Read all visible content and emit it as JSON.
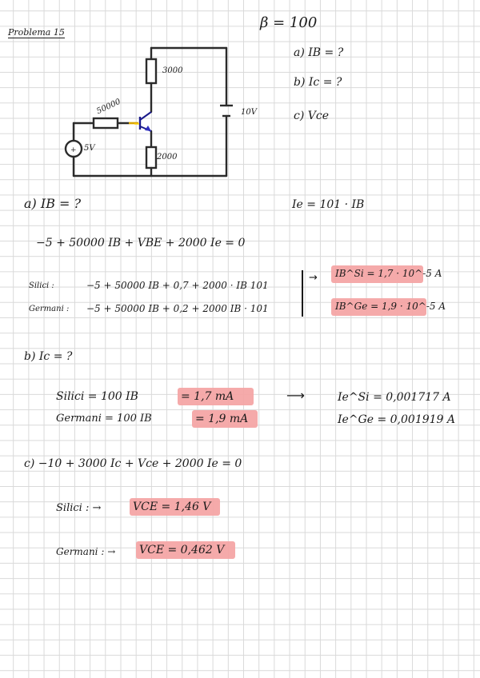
{
  "header": {
    "title": "Problema 15"
  },
  "givens": {
    "beta": "β = 100",
    "q_a": "a) IB = ?",
    "q_b": "b) Ic = ?",
    "q_c": "c) Vce"
  },
  "circuit": {
    "r_base": "50000",
    "r_collector": "3000",
    "r_emitter": "2000",
    "source_small": "5V",
    "source_big": "10V"
  },
  "part_a": {
    "heading": "a) IB = ?",
    "relation": "Ie = 101 · IB",
    "equation": "−5 + 50000 IB + VBE + 2000 Ie = 0",
    "silici_label": "Silici :",
    "silici_eq": "−5 + 50000 IB + 0,7 + 2000 · IB 101",
    "germani_label": "Germani :",
    "germani_eq": "−5 + 50000 IB + 0,2 + 2000 IB · 101",
    "result_si": "IB^Si = 1,7 · 10^-5 A",
    "result_ge": "IB^Ge = 1,9 · 10^-5 A"
  },
  "part_b": {
    "heading": "b) Ic = ?",
    "silici": "Silici = 100 IB",
    "silici_val": "= 1,7 mA",
    "germani": "Germani = 100 IB",
    "germani_val": "= 1,9 mA",
    "ie_si": "Ie^Si = 0,001717 A",
    "ie_ge": "Ie^Ge = 0,001919 A"
  },
  "part_c": {
    "equation": "c) −10 + 3000 Ic + Vce + 2000 Ie = 0",
    "silici_label": "Silici : →",
    "silici_val": "VCE = 1,46 V",
    "germani_label": "Germani : →",
    "germani_val": "VCE = 0,462 V"
  }
}
